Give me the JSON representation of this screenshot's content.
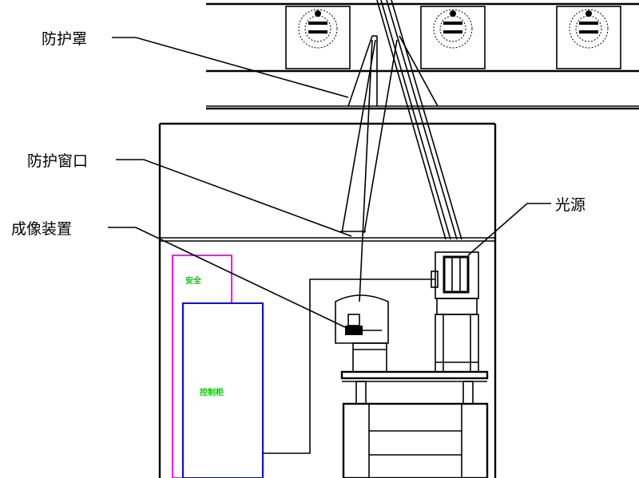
{
  "labels": {
    "shield": "防护罩",
    "window": "防护窗口",
    "imaging": "成像装置",
    "light": "光源"
  },
  "boxes": {
    "magenta_text": "安全",
    "blue_text": "控制柜"
  },
  "colors": {
    "line": "#000000",
    "magenta": "#ff00ff",
    "blue": "#0000ff",
    "green": "#00cc00",
    "background": "#ffffff"
  }
}
